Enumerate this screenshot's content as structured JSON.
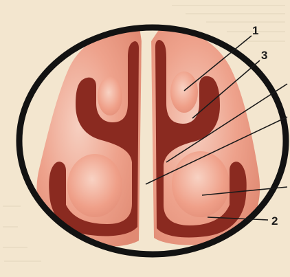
{
  "colors": {
    "paper": "#f3e6cf",
    "ring": "#121212",
    "tissue_outer": "#e79a84",
    "tissue_highlight": "#f4c3b2",
    "cavity": "#8a2a20",
    "turbinate": "#ee9f88",
    "leader": "#1b1b1b"
  },
  "labels": {
    "one": "1",
    "two": "2",
    "three": "3"
  }
}
